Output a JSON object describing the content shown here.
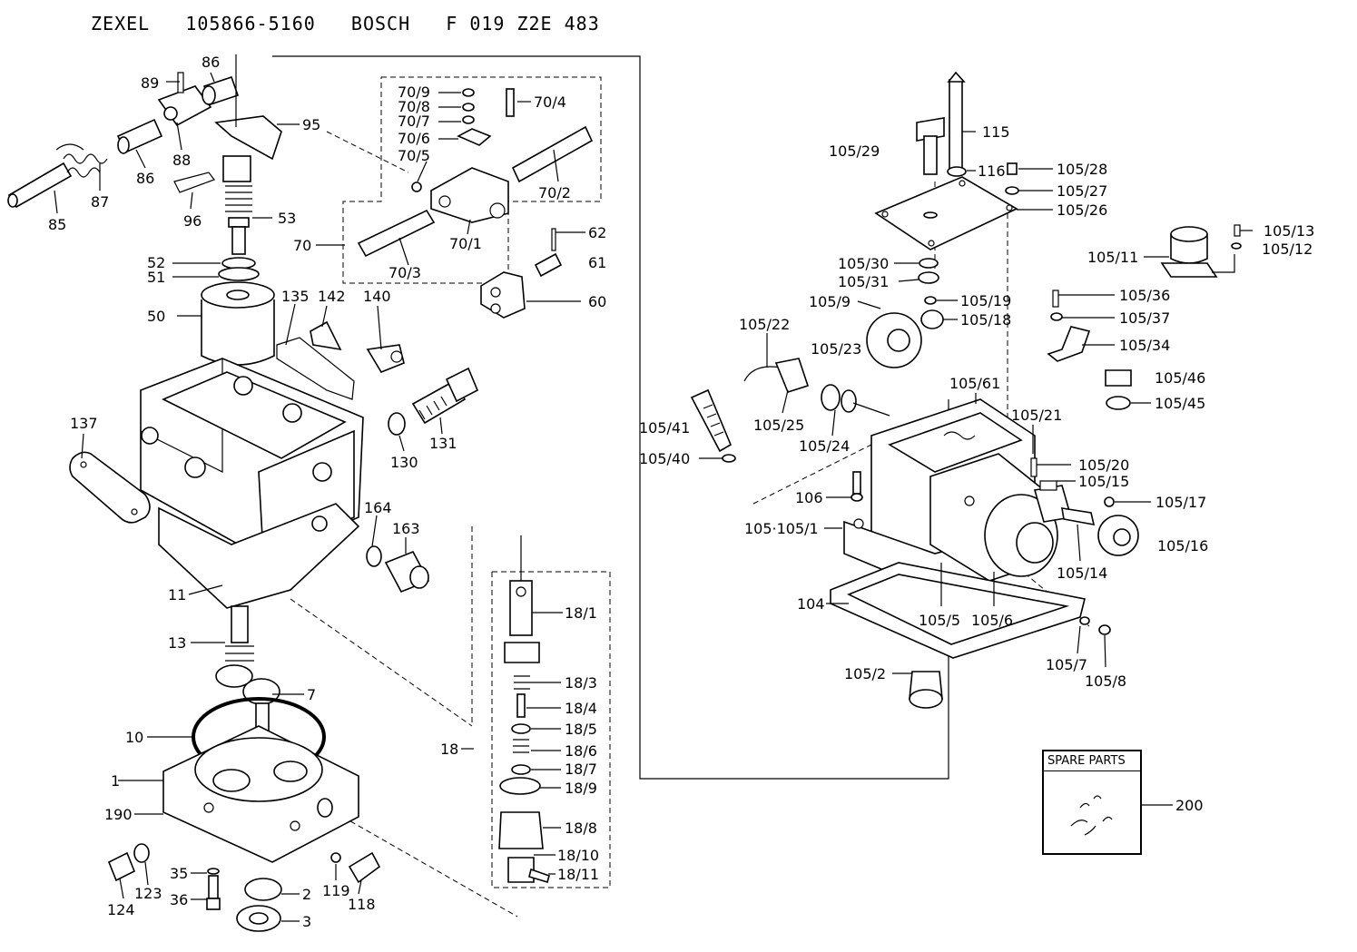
{
  "header": {
    "title": "ZEXEL   105866-5160   BOSCH   F 019 Z2E 483"
  },
  "spare_parts": {
    "label": "SPARE PARTS"
  },
  "labels": {
    "l86a": "86",
    "l89": "89",
    "l95": "95",
    "l87": "87",
    "l86b": "86",
    "l88": "88",
    "l85": "85",
    "l96": "96",
    "l53": "53",
    "l52": "52",
    "l51": "51",
    "l50": "50",
    "l135": "135",
    "l142": "142",
    "l140": "140",
    "l137": "137",
    "l130": "130",
    "l131": "131",
    "l164": "164",
    "l163": "163",
    "l11": "11",
    "l13": "13",
    "l7": "7",
    "l10": "10",
    "l1": "1",
    "l190": "190",
    "l124": "124",
    "l123": "123",
    "l35": "35",
    "l36": "36",
    "l2": "2",
    "l3": "3",
    "l119": "119",
    "l118": "118",
    "l70_9": "70/9",
    "l70_8": "70/8",
    "l70_7": "70/7",
    "l70_6": "70/6",
    "l70_5": "70/5",
    "l70_4": "70/4",
    "l70_2": "70/2",
    "l70_1": "70/1",
    "l70_3": "70/3",
    "l70": "70",
    "l62": "62",
    "l61": "61",
    "l60": "60",
    "l18_1": "18/1",
    "l18_3": "18/3",
    "l18_4": "18/4",
    "l18_5": "18/5",
    "l18_6": "18/6",
    "l18_7": "18/7",
    "l18_9": "18/9",
    "l18_8": "18/8",
    "l18_10": "18/10",
    "l18_11": "18/11",
    "l18": "18",
    "l115": "115",
    "l105_29": "105/29",
    "l116": "116",
    "l105_28": "105/28",
    "l105_27": "105/27",
    "l105_26": "105/26",
    "l105_13": "105/13",
    "l105_12": "105/12",
    "l105_11": "105/11",
    "l105_30": "105/30",
    "l105_31": "105/31",
    "l105_9": "105/9",
    "l105_19": "105/19",
    "l105_18": "105/18",
    "l105_36": "105/36",
    "l105_37": "105/37",
    "l105_34": "105/34",
    "l105_22": "105/22",
    "l105_23": "105/23",
    "l105_46": "105/46",
    "l105_45": "105/45",
    "l105_61": "105/61",
    "l105_41": "105/41",
    "l105_25": "105/25",
    "l105_21": "105/21",
    "l105_24": "105/24",
    "l105_40": "105/40",
    "l105_20": "105/20",
    "l105_15": "105/15",
    "l106": "106",
    "l105_17": "105/17",
    "l105_105_1": "105·105/1",
    "l105_16": "105/16",
    "l105_14": "105/14",
    "l104": "104",
    "l105_5": "105/5",
    "l105_6": "105/6",
    "l105_7": "105/7",
    "l105_8": "105/8",
    "l105_2": "105/2",
    "l200": "200"
  }
}
